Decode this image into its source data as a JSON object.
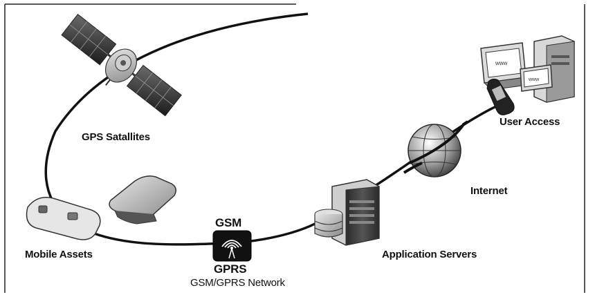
{
  "nodes": {
    "satellite": {
      "label": "GPS Satallites",
      "icon": "satellite-icon"
    },
    "assets": {
      "label": "Mobile Assets",
      "icon": "gps-tracker-icon"
    },
    "network": {
      "top_label": "GSM",
      "bottom_label": "GPRS",
      "caption": "GSM/GPRS Network",
      "icon": "cell-tower-icon"
    },
    "servers": {
      "label": "Application Servers",
      "icon": "server-icon"
    },
    "internet": {
      "label": "Internet",
      "icon": "globe-icon"
    },
    "users": {
      "label": "User Access",
      "icon": "computer-icon"
    }
  },
  "colors": {
    "line": "#111111",
    "frame": "#222222"
  }
}
